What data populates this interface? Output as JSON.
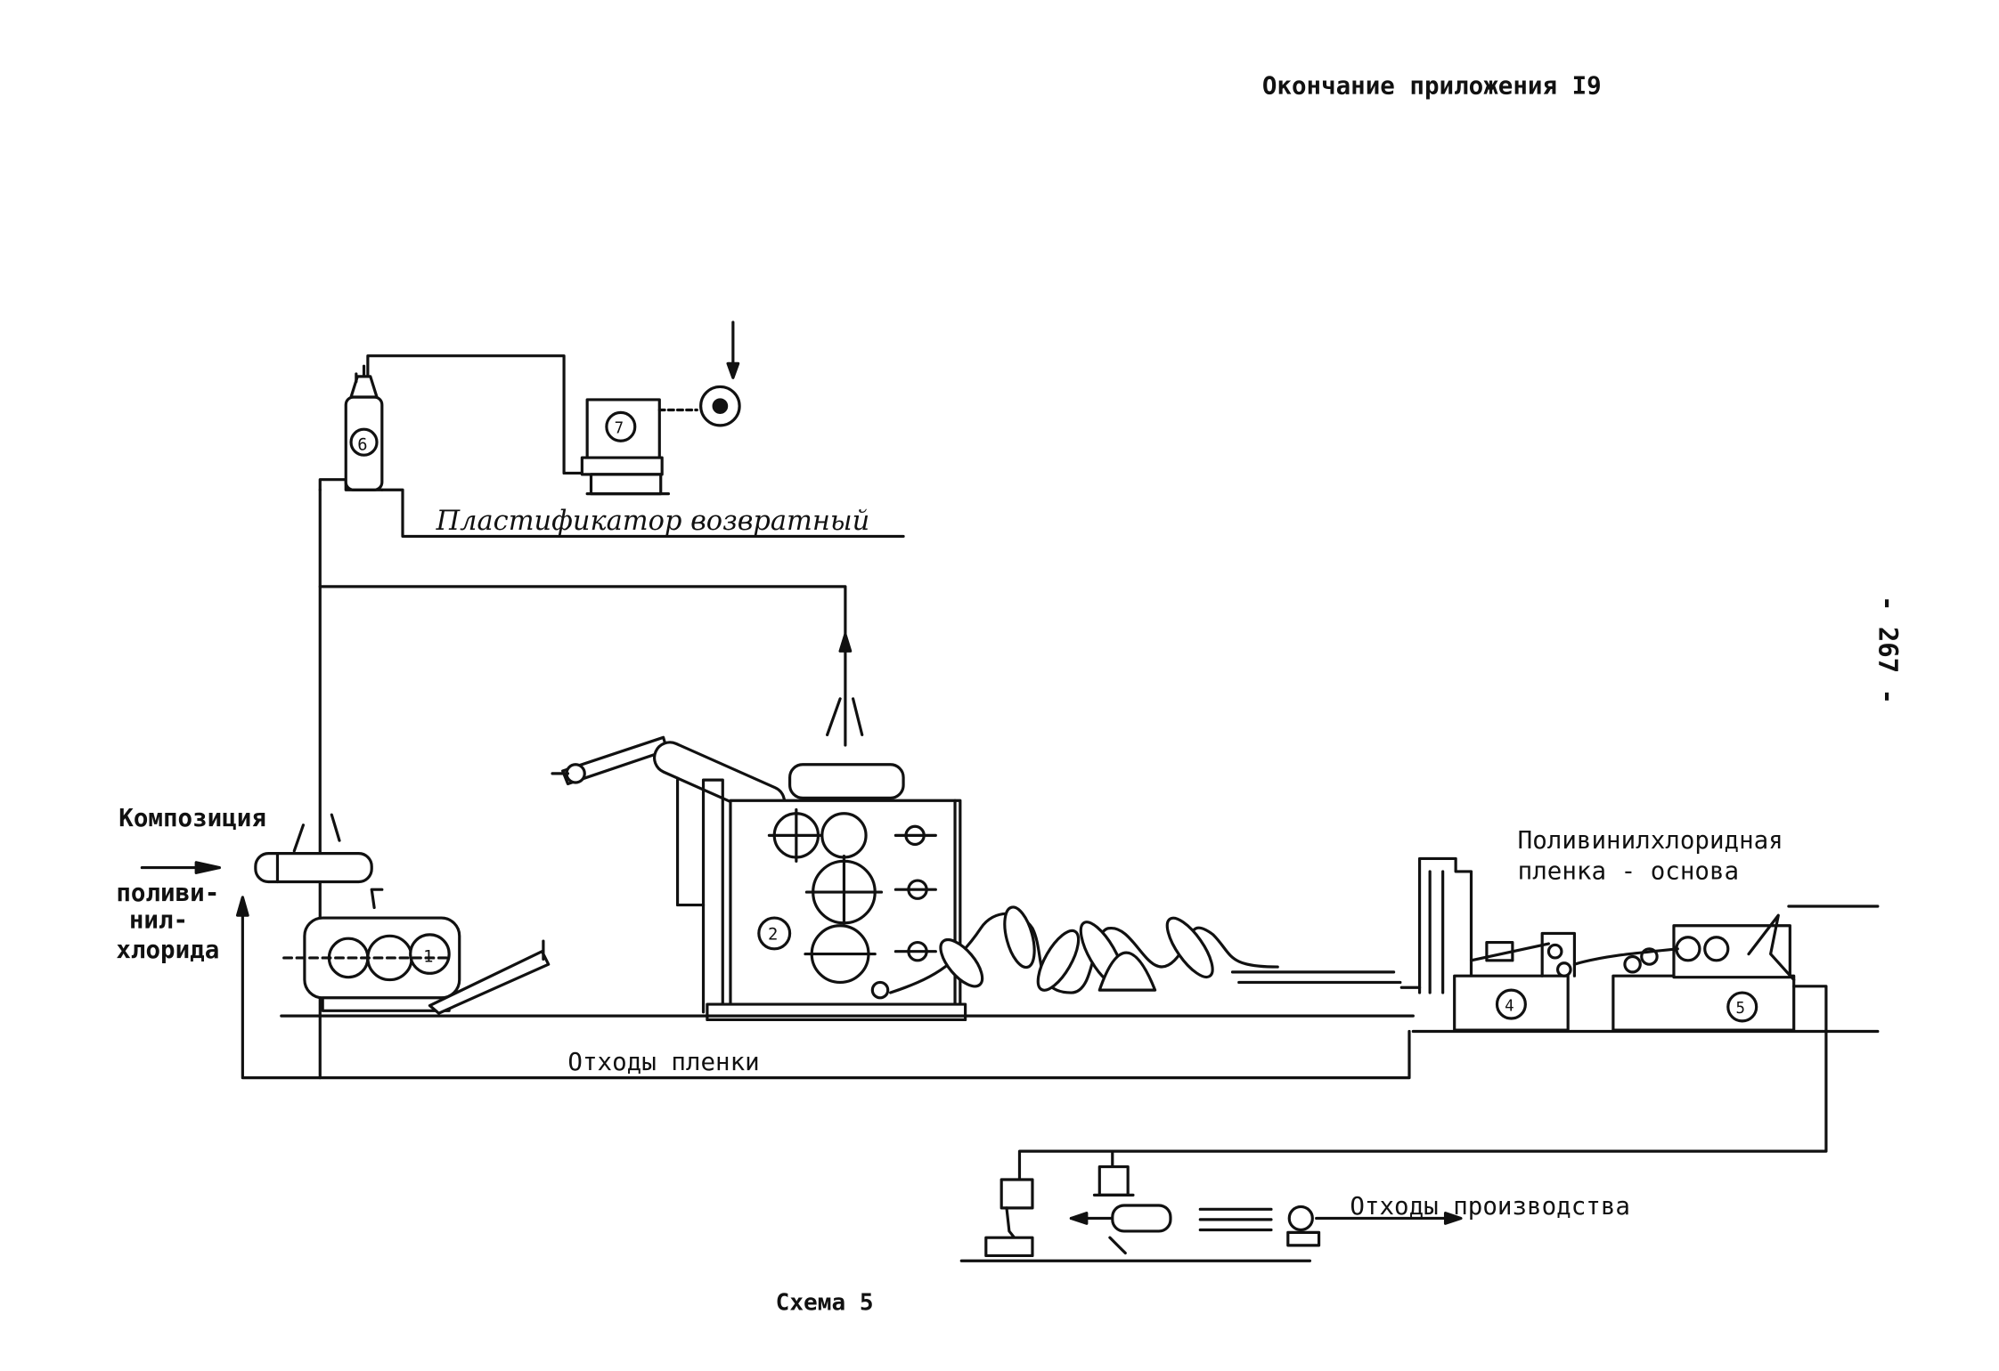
{
  "header": {
    "title": "Окончание приложения I9"
  },
  "page_number": "- 267 -",
  "caption": "Схема 5",
  "labels": {
    "plasticizer_return": "Пластификатор возвратный",
    "composition": "Композиция",
    "pvc_line1": "поливи-",
    "pvc_line2": "нил-",
    "pvc_line3": "хлорида",
    "base_film_line1": "Поливинилхлоридная",
    "base_film_line2": "пленка - основа",
    "film_waste": "Отходы пленки",
    "production_waste": "Отходы производства"
  },
  "unit_numbers": {
    "mixer": "1",
    "calender": "2",
    "unit_4": "4",
    "unit_5": "5",
    "condenser": "6",
    "filter": "7"
  }
}
